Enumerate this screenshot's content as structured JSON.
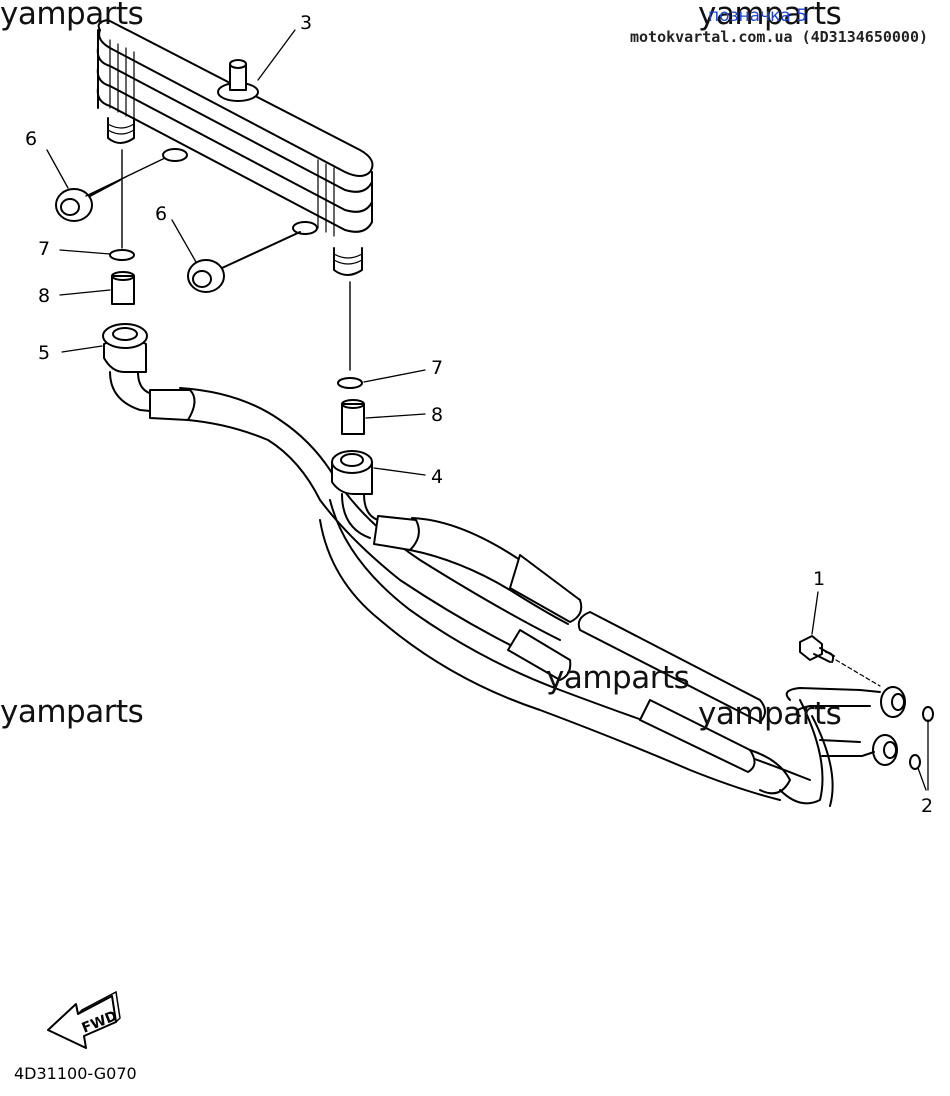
{
  "watermarks": [
    "yamparts",
    "yamparts",
    "yamparts",
    "yamparts",
    "yamparts"
  ],
  "header": {
    "page_tag": "позначка 5",
    "source": "motokvartal.com.ua (4D3134650000)"
  },
  "callouts": [
    "3",
    "6",
    "7",
    "8",
    "5",
    "6",
    "7",
    "8",
    "4",
    "1",
    "2"
  ],
  "fwd_label": "FWD",
  "drawing_code": "4D31100-G070",
  "colors": {
    "line": "#000000",
    "page_tag": "#1f45d6",
    "background": "#ffffff"
  }
}
